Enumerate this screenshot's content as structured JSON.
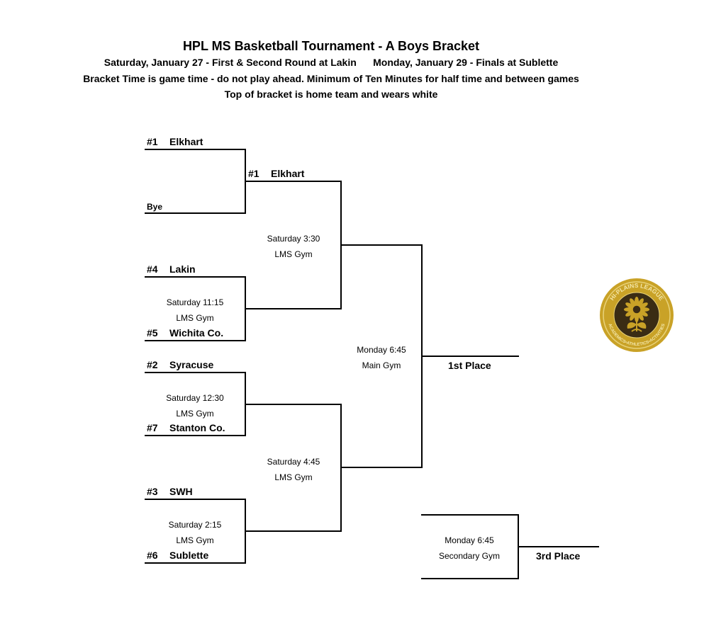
{
  "header": {
    "title": "HPL MS Basketball Tournament - A Boys Bracket",
    "dates": "Saturday, January 27 - First & Second Round at Lakin      Monday, January 29 - Finals at Sublette",
    "rules": "Bracket Time is game time - do not play ahead.  Minimum of Ten Minutes for half time and between games",
    "note": "Top of bracket is home team and wears white"
  },
  "round1": {
    "teams": [
      {
        "seed": "#1",
        "name": "Elkhart"
      },
      {
        "seed": "",
        "name": "Bye"
      },
      {
        "seed": "#4",
        "name": "Lakin"
      },
      {
        "seed": "#5",
        "name": "Wichita Co."
      },
      {
        "seed": "#2",
        "name": "Syracuse"
      },
      {
        "seed": "#7",
        "name": "Stanton Co."
      },
      {
        "seed": "#3",
        "name": "SWH"
      },
      {
        "seed": "#6",
        "name": "Sublette"
      }
    ],
    "games": [
      {
        "time": "Saturday 11:15",
        "venue": "LMS Gym"
      },
      {
        "time": "Saturday 12:30",
        "venue": "LMS Gym"
      },
      {
        "time": "Saturday 2:15",
        "venue": "LMS Gym"
      }
    ]
  },
  "round2": {
    "teams": [
      {
        "seed": "#1",
        "name": "Elkhart"
      }
    ],
    "games": [
      {
        "time": "Saturday 3:30",
        "venue": "LMS Gym"
      },
      {
        "time": "Saturday 4:45",
        "venue": "LMS Gym"
      }
    ]
  },
  "finals": {
    "championship": {
      "time": "Monday 6:45",
      "venue": "Main Gym",
      "label": "1st Place"
    },
    "third": {
      "time": "Monday 6:45",
      "venue": "Secondary Gym",
      "label": "3rd Place"
    }
  },
  "logo": {
    "top_text": "HI-PLAINS LEAGUE",
    "bottom_text": "ACADEMICS•ATHLETICS•ACTIVITIES",
    "gold": "#c9a227",
    "dark": "#3a2c14"
  }
}
